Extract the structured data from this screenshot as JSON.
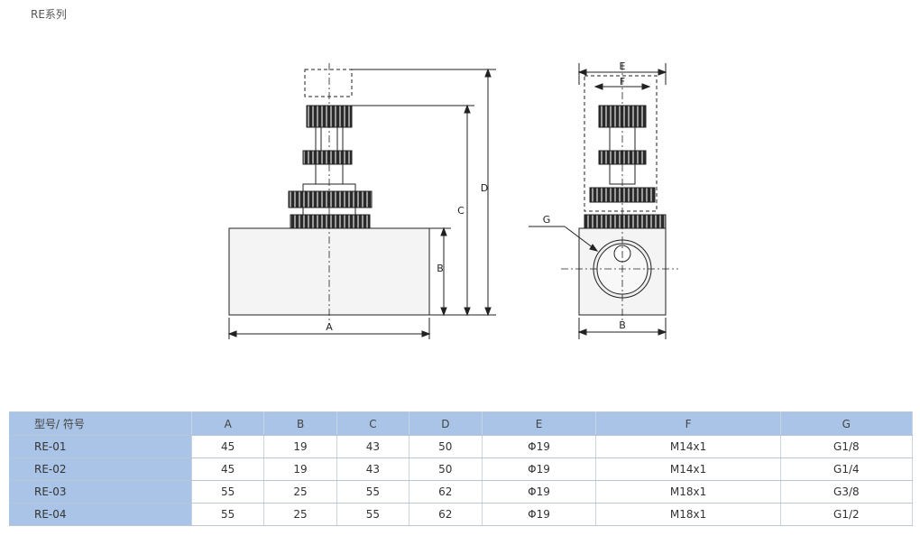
{
  "page": {
    "series_title": "RE系列"
  },
  "drawing": {
    "side_view": {
      "labels": {
        "A": "A",
        "B": "B",
        "C": "C",
        "D": "D"
      }
    },
    "front_view": {
      "labels": {
        "E": "E",
        "F": "F",
        "G": "G",
        "B": "B"
      }
    }
  },
  "spec_table": {
    "headers": [
      "型号/ 符号",
      "A",
      "B",
      "C",
      "D",
      "E",
      "F",
      "G"
    ],
    "rows": [
      [
        "RE-01",
        "45",
        "19",
        "43",
        "50",
        "Φ19",
        "M14x1",
        "G1/8"
      ],
      [
        "RE-02",
        "45",
        "19",
        "43",
        "50",
        "Φ19",
        "M14x1",
        "G1/4"
      ],
      [
        "RE-03",
        "55",
        "25",
        "55",
        "62",
        "Φ19",
        "M18x1",
        "G3/8"
      ],
      [
        "RE-04",
        "55",
        "25",
        "55",
        "62",
        "Φ19",
        "M18x1",
        "G1/2"
      ]
    ]
  },
  "colors": {
    "table_header": "#a9c4e6",
    "line": "#222222"
  }
}
